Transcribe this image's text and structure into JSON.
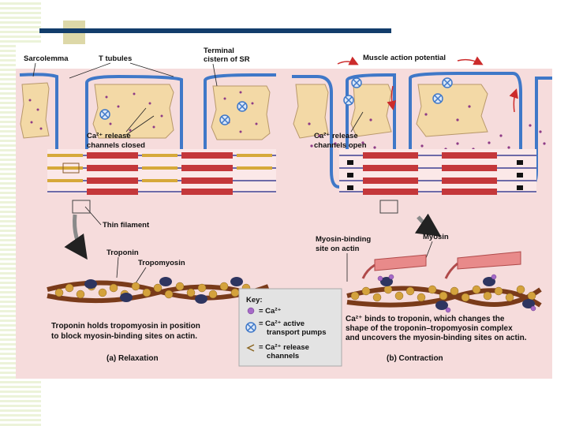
{
  "slide": {
    "accent_bar_color": "#123d6b",
    "accent_square_color": "#ddd8a8"
  },
  "figure": {
    "background_color": "#f6dcdc",
    "membrane_color": "#3f78c8",
    "calcium_color": "#8e3b86",
    "relaxation": {
      "labels": {
        "sarcolemma": "Sarcolemma",
        "t_tubules": "T tubules",
        "terminal_cistern_1": "Terminal",
        "terminal_cistern_2": "cistern of SR",
        "ca_channels_1": "Ca²⁺ release",
        "ca_channels_2": "channels closed",
        "thin_filament": "Thin filament",
        "troponin": "Troponin",
        "tropomyosin": "Tropomyosin"
      },
      "caption_1": "Troponin holds tropomyosin in position",
      "caption_2": "to block myosin-binding sites on actin.",
      "panel_title": "(a) Relaxation"
    },
    "contraction": {
      "labels": {
        "muscle_action_potential": "Muscle action potential",
        "ca_channels_1": "Ca²⁺ release",
        "ca_channels_2": "channels open",
        "myosin_binding_site_1": "Myosin-binding",
        "myosin_binding_site_2": "site on actin",
        "myosin": "Myosin"
      },
      "caption_1": "Ca²⁺ binds to troponin, which changes the",
      "caption_2": "shape of the troponin–tropomyosin complex",
      "caption_3": "and uncovers the myosin-binding sites on actin.",
      "panel_title": "(b) Contraction"
    },
    "key": {
      "title": "Key:",
      "calcium": "= Ca²⁺",
      "pump_1": "= Ca²⁺ active",
      "pump_2": "transport pumps",
      "channel_1": "= Ca²⁺ release",
      "channel_2": "channels"
    }
  }
}
